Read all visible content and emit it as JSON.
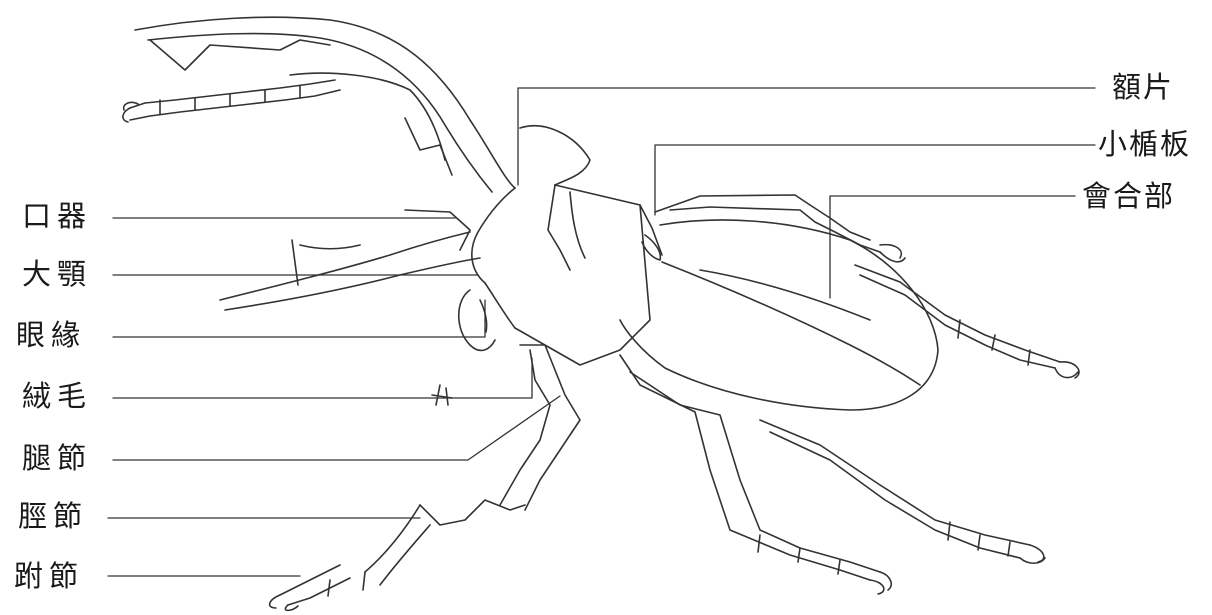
{
  "left_labels": [
    {
      "id": "mouthparts",
      "text": "口器"
    },
    {
      "id": "mandible",
      "text": "大顎"
    },
    {
      "id": "eye-margin",
      "text": "眼緣"
    },
    {
      "id": "setae",
      "text": "絨毛"
    },
    {
      "id": "femur",
      "text": "腿節"
    },
    {
      "id": "tibia",
      "text": "脛節"
    },
    {
      "id": "tarsus",
      "text": "跗節"
    }
  ],
  "right_labels": [
    {
      "id": "clypeus",
      "text": "額片"
    },
    {
      "id": "scutellum",
      "text": "小楯板"
    },
    {
      "id": "elytral-suture",
      "text": "會合部"
    }
  ],
  "colors": {
    "ink": "#1a1a1a",
    "line": "#333333",
    "background": "#ffffff"
  }
}
